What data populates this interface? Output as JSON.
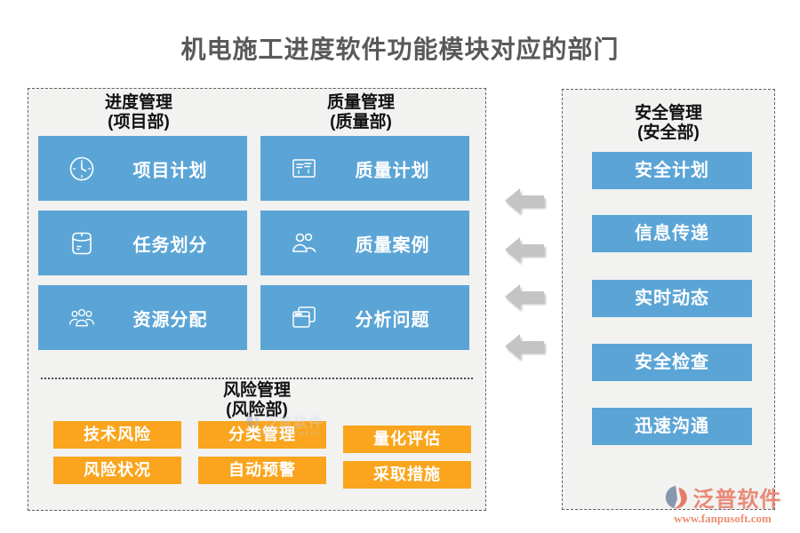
{
  "title": "机电施工进度软件功能模块对应的部门",
  "left_panel": {
    "sections": [
      {
        "title": "进度管理",
        "subtitle": "(项目部)",
        "items": [
          {
            "icon": "clock-icon",
            "label": "项目计划"
          },
          {
            "icon": "envelope-icon",
            "label": "任务划分"
          },
          {
            "icon": "team-icon",
            "label": "资源分配"
          }
        ]
      },
      {
        "title": "质量管理",
        "subtitle": "(质量部)",
        "items": [
          {
            "icon": "checklist-icon",
            "label": "质量计划"
          },
          {
            "icon": "people-icon",
            "label": "质量案例"
          },
          {
            "icon": "windows-icon",
            "label": "分析问题"
          }
        ]
      }
    ],
    "risk": {
      "title": "风险管理",
      "subtitle": "(风险部)",
      "items": [
        "技术风险",
        "分类管理",
        "量化评估",
        "风险状况",
        "自动预警",
        "采取措施"
      ]
    }
  },
  "right_panel": {
    "title": "安全管理",
    "subtitle": "(安全部)",
    "items": [
      "安全计划",
      "信息传递",
      "实时动态",
      "安全检查",
      "迅速沟通"
    ]
  },
  "arrows": {
    "count": 4,
    "direction": "left"
  },
  "watermark": {
    "name": "泛普软件",
    "subtext": "FANPU SOFTWARE"
  },
  "logo": {
    "name": "泛普软件",
    "url": "www.fanpusoft.com"
  },
  "colors": {
    "module_blue": "#5BA5D6",
    "risk_orange": "#FAA51D",
    "panel_bg": "#F2F2F1",
    "title_gray": "#58595B",
    "arrow_gray": "#C4C4C4",
    "logo_coral": "#E8826D"
  }
}
